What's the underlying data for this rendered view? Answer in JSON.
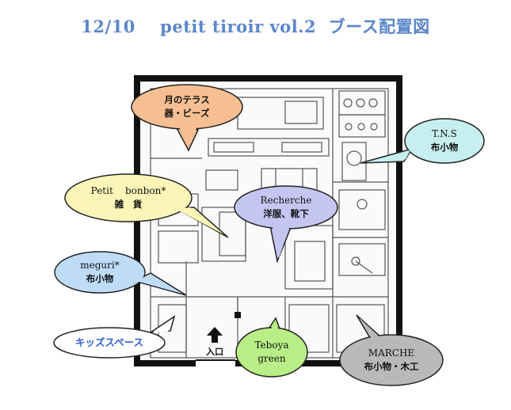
{
  "title": "12/10    petit tiroir vol.2  ブース配置図",
  "entrance_label": "入口",
  "booths": [
    {
      "id": "tsuki",
      "line1": "月のテラス",
      "line2": "器・ビーズ",
      "color": "#f6bf92"
    },
    {
      "id": "tns",
      "line1": "T.N.S",
      "line2": "布小物",
      "color": "#c8efef"
    },
    {
      "id": "petit",
      "line1": "Petit    bonbon*",
      "line2": "雑　貨",
      "color": "#fbf6b8"
    },
    {
      "id": "recher",
      "line1": "Recherche",
      "line2": "洋服、靴下",
      "color": "#c5c5f1"
    },
    {
      "id": "meguri",
      "line1": "meguri*",
      "line2": "布小物",
      "color": "#bfdcf7"
    },
    {
      "id": "kids",
      "line1": "キッズスペース",
      "line2": "",
      "color": "#ffffff"
    },
    {
      "id": "teboya",
      "line1": "Teboya",
      "line2": "green",
      "color": "#b8ee85"
    },
    {
      "id": "marche",
      "line1": "MARCHE",
      "line2": "布小物・木工",
      "color": "#b9b9b9"
    }
  ]
}
